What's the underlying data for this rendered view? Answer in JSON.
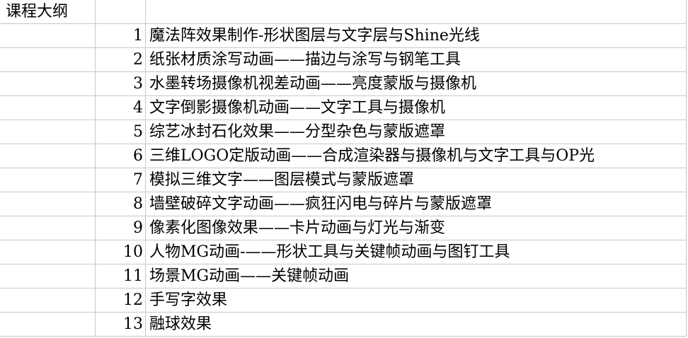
{
  "sheet": {
    "header": {
      "title": "课程大纲",
      "col_b": "",
      "col_c": ""
    },
    "rows": [
      {
        "index": "1",
        "title": "魔法阵效果制作-形状图层与文字层与Shine光线"
      },
      {
        "index": "2",
        "title": "纸张材质涂写动画——描边与涂写与钢笔工具"
      },
      {
        "index": "3",
        "title": "水墨转场摄像机视差动画——亮度蒙版与摄像机"
      },
      {
        "index": "4",
        "title": "文字倒影摄像机动画——文字工具与摄像机"
      },
      {
        "index": "5",
        "title": "综艺冰封石化效果——分型杂色与蒙版遮罩"
      },
      {
        "index": "6",
        "title": "三维LOGO定版动画——合成渲染器与摄像机与文字工具与OP光"
      },
      {
        "index": "7",
        "title": "模拟三维文字——图层模式与蒙版遮罩"
      },
      {
        "index": "8",
        "title": "墙壁破碎文字动画——疯狂闪电与碎片与蒙版遮罩"
      },
      {
        "index": "9",
        "title": "像素化图像效果——卡片动画与灯光与渐变"
      },
      {
        "index": "10",
        "title": "人物MG动画-——形状工具与关键帧动画与图钉工具"
      },
      {
        "index": "11",
        "title": "场景MG动画——关键帧动画"
      },
      {
        "index": "12",
        "title": "手写字效果"
      },
      {
        "index": "13",
        "title": "融球效果"
      }
    ]
  },
  "colors": {
    "grid": "#c8c8c8",
    "text": "#000000",
    "background": "#ffffff"
  }
}
